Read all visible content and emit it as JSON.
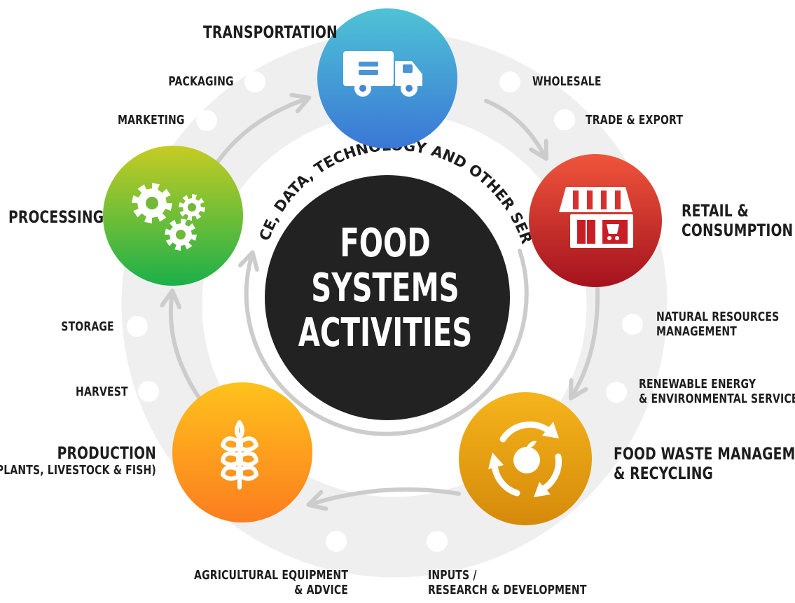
{
  "center": {
    "title_lines": [
      "FOOD",
      "SYSTEMS",
      "ACTIVITIES"
    ],
    "arc_text": "FINANCE, DATA, TECHNOLOGY AND OTHER SERVICES"
  },
  "hubs": {
    "transportation": {
      "label": "TRANSPORTATION",
      "icon": "truck-icon",
      "colors": [
        "#4fc3d6",
        "#3a77d6"
      ]
    },
    "retail": {
      "label_lines": [
        "RETAIL &",
        "CONSUMPTION"
      ],
      "icon": "store-icon",
      "colors": [
        "#f0553b",
        "#a4121e"
      ]
    },
    "waste": {
      "label_lines": [
        "FOOD WASTE MANAGEMENT",
        "& RECYCLING"
      ],
      "icon": "recycle-icon",
      "colors": [
        "#f5b41c",
        "#d58a09"
      ]
    },
    "production": {
      "label_lines": [
        "PRODUCTION",
        "(PLANTS, LIVESTOCK & FISH)"
      ],
      "icon": "wheat-icon",
      "colors": [
        "#ffc21c",
        "#fb7d1f"
      ]
    },
    "processing": {
      "label": "PROCESSING",
      "icon": "gears-icon",
      "colors": [
        "#c6cc23",
        "#1bb04a"
      ]
    }
  },
  "activities": {
    "packaging": "PACKAGING",
    "marketing": "MARKETING",
    "wholesale": "WHOLESALE",
    "trade_export": "TRADE & EXPORT",
    "natural_resources": [
      "NATURAL RESOURCES",
      "MANAGEMENT"
    ],
    "renewable_energy": [
      "RENEWABLE ENERGY",
      "& ENVIRONMENTAL SERVICES"
    ],
    "storage": "STORAGE",
    "harvest": "HARVEST",
    "agri_equipment": [
      "AGRICULTURAL EQUIPMENT",
      "& ADVICE"
    ],
    "inputs_rd": [
      "INPUTS /",
      "RESEARCH & DEVELOPMENT"
    ]
  },
  "colors": {
    "ring": "#efefef",
    "arrow": "#cccccc",
    "center": "#222222",
    "text": "#1d1d1d"
  }
}
